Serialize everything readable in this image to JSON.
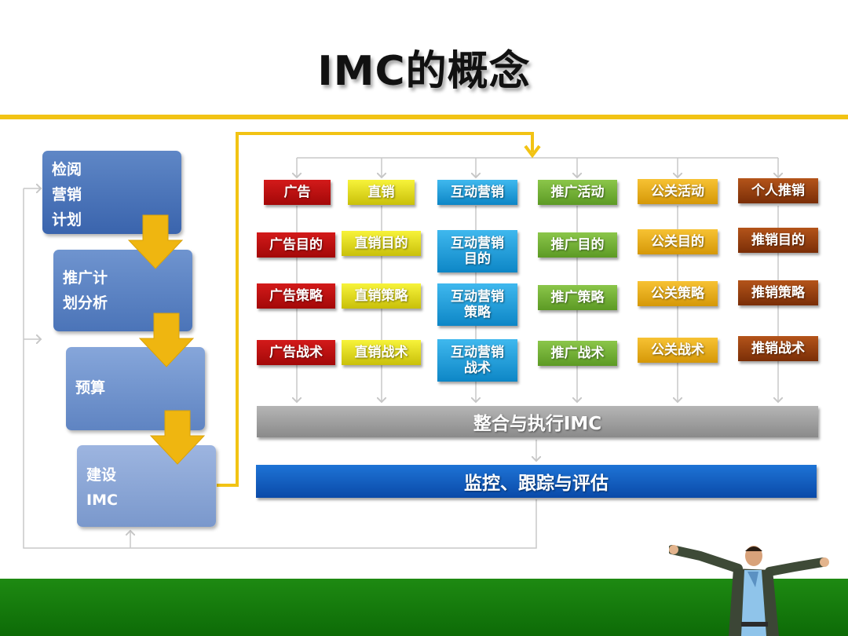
{
  "title": "IMC的概念",
  "steps": [
    {
      "line1": "检阅",
      "line2": "营销",
      "line3": "计划"
    },
    {
      "line1": "推广计",
      "line2": "划分析"
    },
    {
      "line1": "预算"
    },
    {
      "line1": "建设",
      "line2": "IMC"
    }
  ],
  "columns": [
    {
      "header": "广告",
      "items": [
        "广告目的",
        "广告策略",
        "广告战术"
      ]
    },
    {
      "header": "直销",
      "items": [
        "直销目的",
        "直销策略",
        "直销战术"
      ]
    },
    {
      "header": "互动营销",
      "items": [
        "互动营销目的",
        "互动营销策略",
        "互动营销战术"
      ]
    },
    {
      "header": "推广活动",
      "items": [
        "推广目的",
        "推广策略",
        "推广战术"
      ]
    },
    {
      "header": "公关活动",
      "items": [
        "公关目的",
        "公关策略",
        "公关战术"
      ]
    },
    {
      "header": "个人推销",
      "items": [
        "推销目的",
        "推销策略",
        "推销战术"
      ]
    }
  ],
  "integrate_bar": "整合与执行IMC",
  "monitor_bar": "监控、跟踪与评估",
  "colors": {
    "accent_rule": "#f2c314",
    "bottom_band": "#1e8a12",
    "step_blue": "#3a64ad"
  }
}
